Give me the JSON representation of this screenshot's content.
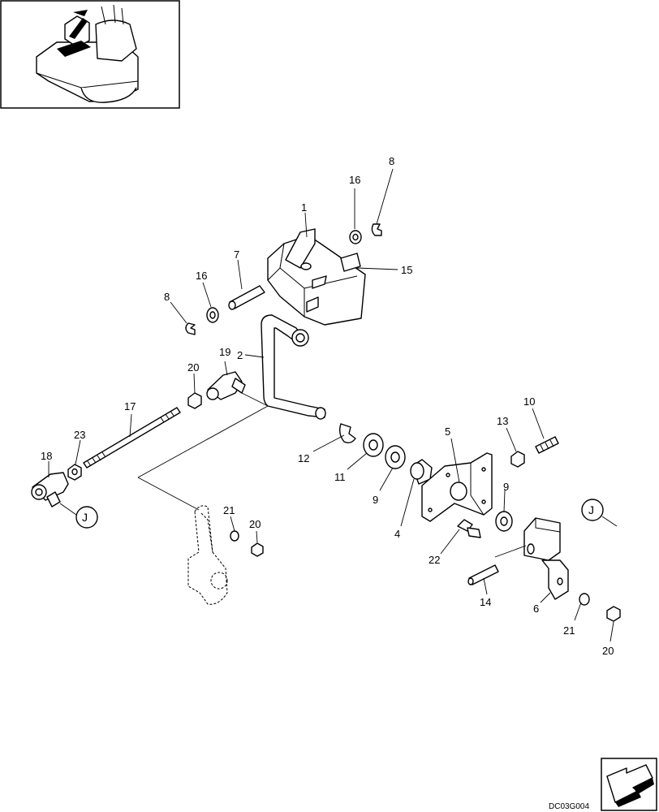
{
  "diagram": {
    "drawing_code": "DC03G004",
    "callout_letter": "J",
    "part_numbers": [
      "1",
      "2",
      "4",
      "5",
      "6",
      "7",
      "8",
      "8",
      "9",
      "9",
      "10",
      "11",
      "12",
      "13",
      "14",
      "15",
      "16",
      "16",
      "17",
      "18",
      "19",
      "20",
      "20",
      "20",
      "21",
      "21",
      "22",
      "23"
    ]
  },
  "icons": {
    "thumbnail": "machine-thumbnail-icon",
    "navigation": "next-page-arrow-icon"
  }
}
